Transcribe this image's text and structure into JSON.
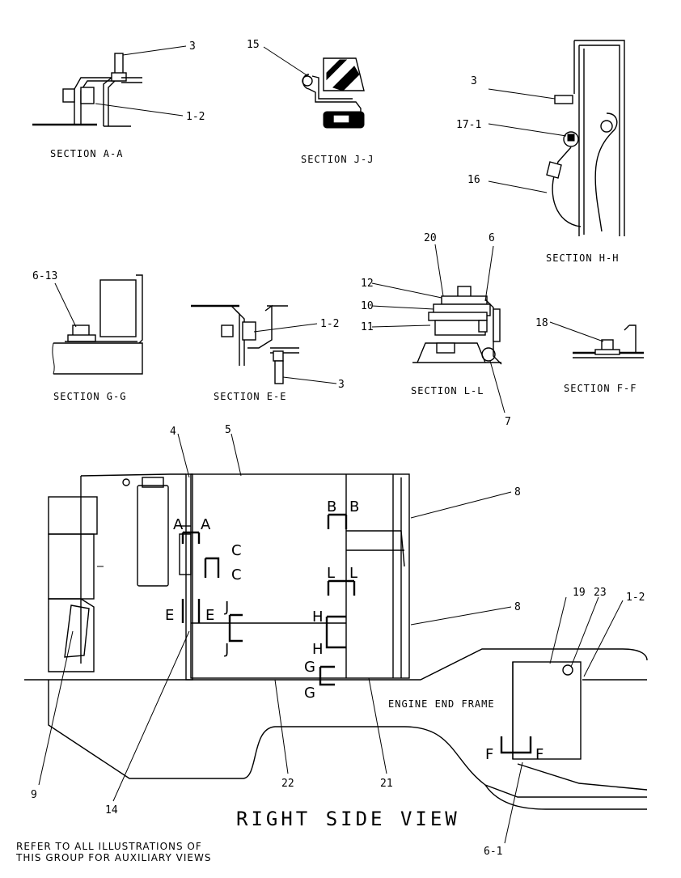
{
  "sections": {
    "aa": "SECTION A-A",
    "jj": "SECTION J-J",
    "hh": "SECTION H-H",
    "gg": "SECTION G-G",
    "ee": "SECTION E-E",
    "ll": "SECTION L-L",
    "ff": "SECTION F-F"
  },
  "callouts": {
    "aa_3": "3",
    "aa_1_2": "1-2",
    "jj_15": "15",
    "hh_3": "3",
    "hh_17_1": "17-1",
    "hh_16": "16",
    "gg_6_13": "6-13",
    "ee_1_2": "1-2",
    "ee_3": "3",
    "ll_20": "20",
    "ll_6": "6",
    "ll_12": "12",
    "ll_10": "10",
    "ll_11": "11",
    "ll_7": "7",
    "ff_18": "18",
    "main_4": "4",
    "main_5": "5",
    "main_8a": "8",
    "main_8b": "8",
    "main_19": "19",
    "main_23": "23",
    "main_1_2": "1-2",
    "main_9": "9",
    "main_14": "14",
    "main_22": "22",
    "main_21": "21",
    "main_6_1": "6-1"
  },
  "section_marks": {
    "a_left": "A",
    "a_right": "A",
    "b_left": "B",
    "b_right": "B",
    "c_top": "C",
    "c_bottom": "C",
    "l_left": "L",
    "l_right": "L",
    "e_left": "E",
    "e_right": "E",
    "j_top": "J",
    "j_bottom": "J",
    "h_top": "H",
    "h_bottom": "H",
    "g_top": "G",
    "g_bottom": "G",
    "f_left": "F",
    "f_right": "F"
  },
  "labels": {
    "engine_end_frame": "ENGINE END FRAME",
    "view_title": "RIGHT SIDE VIEW",
    "note_line1": "REFER TO ALL ILLUSTRATIONS OF",
    "note_line2": "THIS GROUP FOR AUXILIARY VIEWS"
  }
}
